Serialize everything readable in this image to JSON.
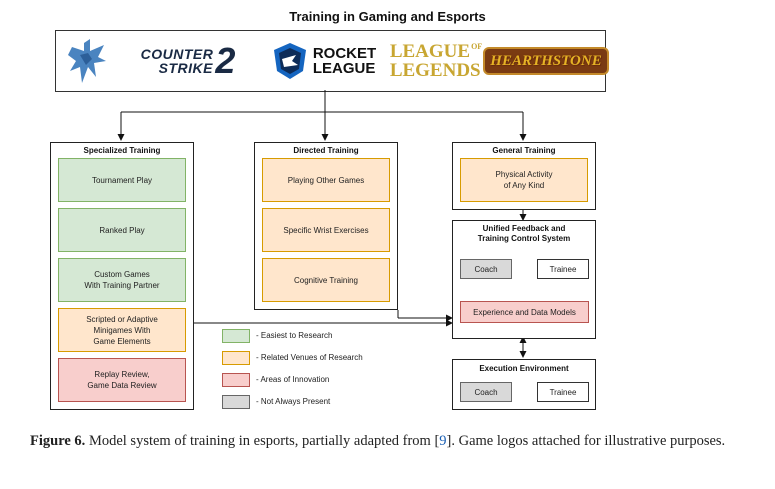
{
  "title": "Training in Gaming and Esports",
  "logos": {
    "cs_line1": "COUNTER",
    "cs_line2": "STRIKE",
    "cs_num": "2",
    "rl_line1": "ROCKET",
    "rl_line2": "LEAGUE",
    "lol_line1": "LEAGUE",
    "lol_of": "OF",
    "lol_line2": "LEGENDS",
    "hs": "HEARTHSTONE"
  },
  "specialized": {
    "title": "Specialized Training",
    "items": [
      "Tournament Play",
      "Ranked Play",
      "Custom Games\nWith Training Partner",
      "Scripted or Adaptive\nMinigames With\nGame Elements",
      "Replay Review,\nGame Data Review"
    ]
  },
  "directed": {
    "title": "Directed Training",
    "items": [
      "Playing Other Games",
      "Specific Wrist Exercises",
      "Cognitive Training"
    ]
  },
  "general": {
    "title": "General Training",
    "item": "Physical Activity\nof Any Kind"
  },
  "unified": {
    "title": "Unified Feedback and\nTraining Control System",
    "coach": "Coach",
    "trainee": "Trainee",
    "models": "Experience and Data Models"
  },
  "execution": {
    "title": "Execution Environment",
    "coach": "Coach",
    "trainee": "Trainee"
  },
  "legend": [
    {
      "label": "- Easiest to Research",
      "color": "#d5e8d4"
    },
    {
      "label": "- Related Venues of Research",
      "color": "#ffe6cc"
    },
    {
      "label": "- Areas of Innovation",
      "color": "#f8cecc"
    },
    {
      "label": "- Not Always Present",
      "color": "#d9d9d9"
    }
  ],
  "caption": {
    "label": "Figure 6.",
    "text_before_ref": " Model system of training in esports, partially adapted from [",
    "ref": "9",
    "text_after_ref": "]. Game logos attached for illustrative purposes."
  }
}
